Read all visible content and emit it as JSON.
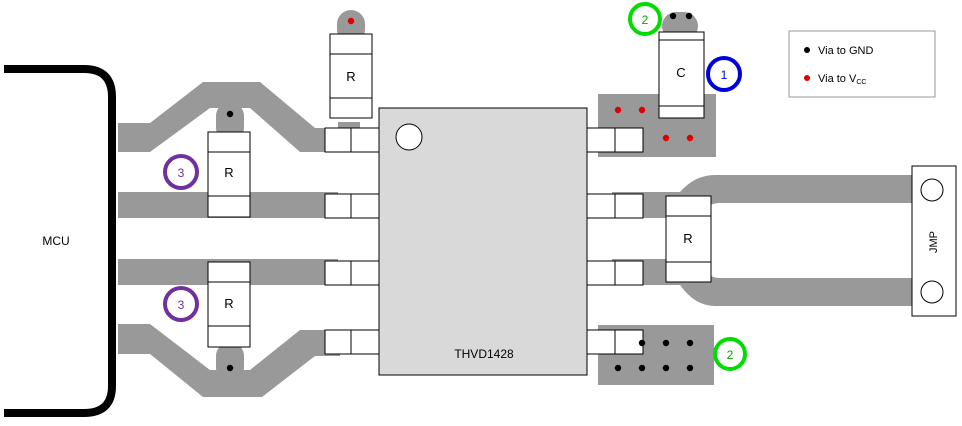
{
  "labels": {
    "mcu": "MCU",
    "chip": "THVD1428",
    "jumper": "JMP",
    "resistor": "R",
    "capacitor": "C"
  },
  "legend": {
    "gnd_label": "Via to GND",
    "vcc_label_prefix": "Via to V",
    "vcc_label_sub": "CC"
  },
  "callouts": {
    "one": "1",
    "two": "2",
    "three": "3"
  },
  "colors": {
    "trace": "#999999",
    "chip_fill": "#d9d9d9",
    "gnd_via": "#000000",
    "vcc_via": "#e00000",
    "callout_1": "#0000dd",
    "callout_2": "#00dd00",
    "callout_3": "#7030a0"
  }
}
